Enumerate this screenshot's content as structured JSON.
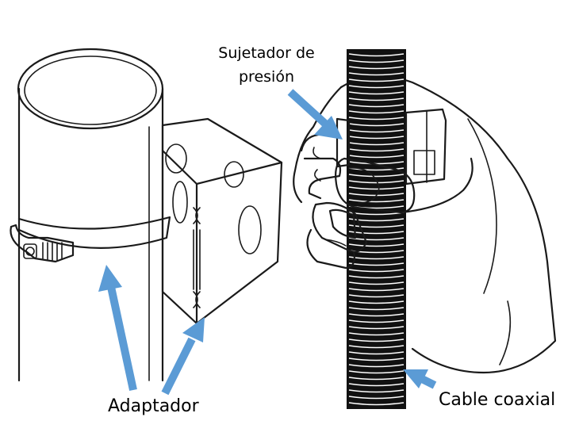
{
  "labels": {
    "clip": "Sujetador de presión",
    "adapter": "Adaptador",
    "coax": "Cable coaxial"
  },
  "colors": {
    "arrow": "#5b9bd5",
    "line": "#1a1a1a",
    "cable": "#111111",
    "background": "#ffffff"
  }
}
